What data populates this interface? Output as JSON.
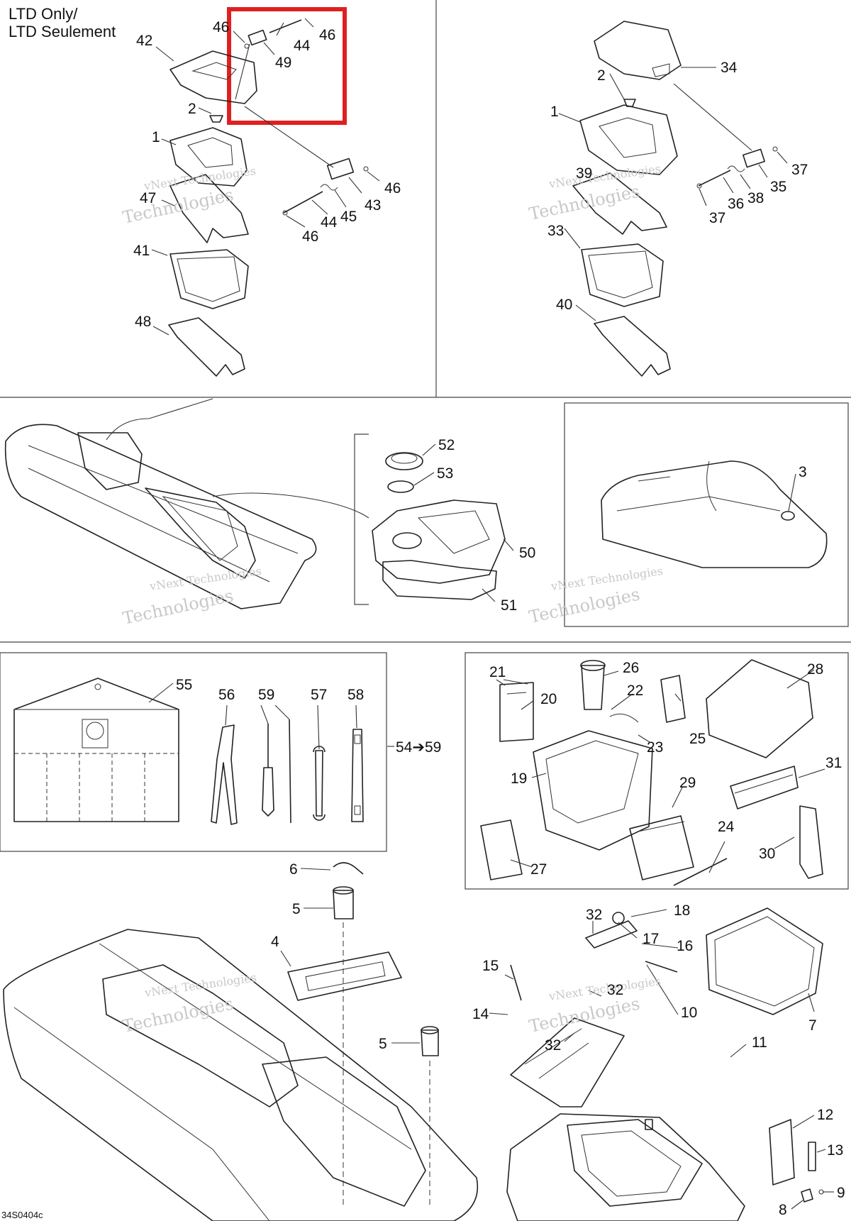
{
  "header": {
    "line1": "LTD Only/",
    "line2": "LTD Seulement"
  },
  "diagram_code": "34S0404c",
  "watermark": {
    "line1": "vNext Technologies",
    "line2": "vNext",
    "line3": "Technologies"
  },
  "range_label": "54➔59",
  "highlight_color": "#e02020",
  "callouts": {
    "c42": "42",
    "c46a": "46",
    "c44a": "44",
    "c46b": "46",
    "c49": "49",
    "c2a": "2",
    "c1a": "1",
    "c47": "47",
    "c41": "41",
    "c48": "48",
    "c46c": "46",
    "c43": "43",
    "c45": "45",
    "c44b": "44",
    "c46d": "46",
    "c34": "34",
    "c2b": "2",
    "c1b": "1",
    "c39": "39",
    "c37a": "37",
    "c35": "35",
    "c38": "38",
    "c36": "36",
    "c37b": "37",
    "c33": "33",
    "c40": "40",
    "c52": "52",
    "c53": "53",
    "c50": "50",
    "c51": "51",
    "c3": "3",
    "c55": "55",
    "c56": "56",
    "c59": "59",
    "c57": "57",
    "c58": "58",
    "c21": "21",
    "c26": "26",
    "c22": "22",
    "c20": "20",
    "c25": "25",
    "c28": "28",
    "c23": "23",
    "c19": "19",
    "c29": "29",
    "c31": "31",
    "c24": "24",
    "c30": "30",
    "c27": "27",
    "c6": "6",
    "c5a": "5",
    "c4": "4",
    "c5b": "5",
    "c32a": "32",
    "c18": "18",
    "c17": "17",
    "c16": "16",
    "c15": "15",
    "c32b": "32",
    "c10": "10",
    "c14": "14",
    "c32c": "32",
    "c11": "11",
    "c7": "7",
    "c12": "12",
    "c13": "13",
    "c9": "9",
    "c8": "8"
  }
}
